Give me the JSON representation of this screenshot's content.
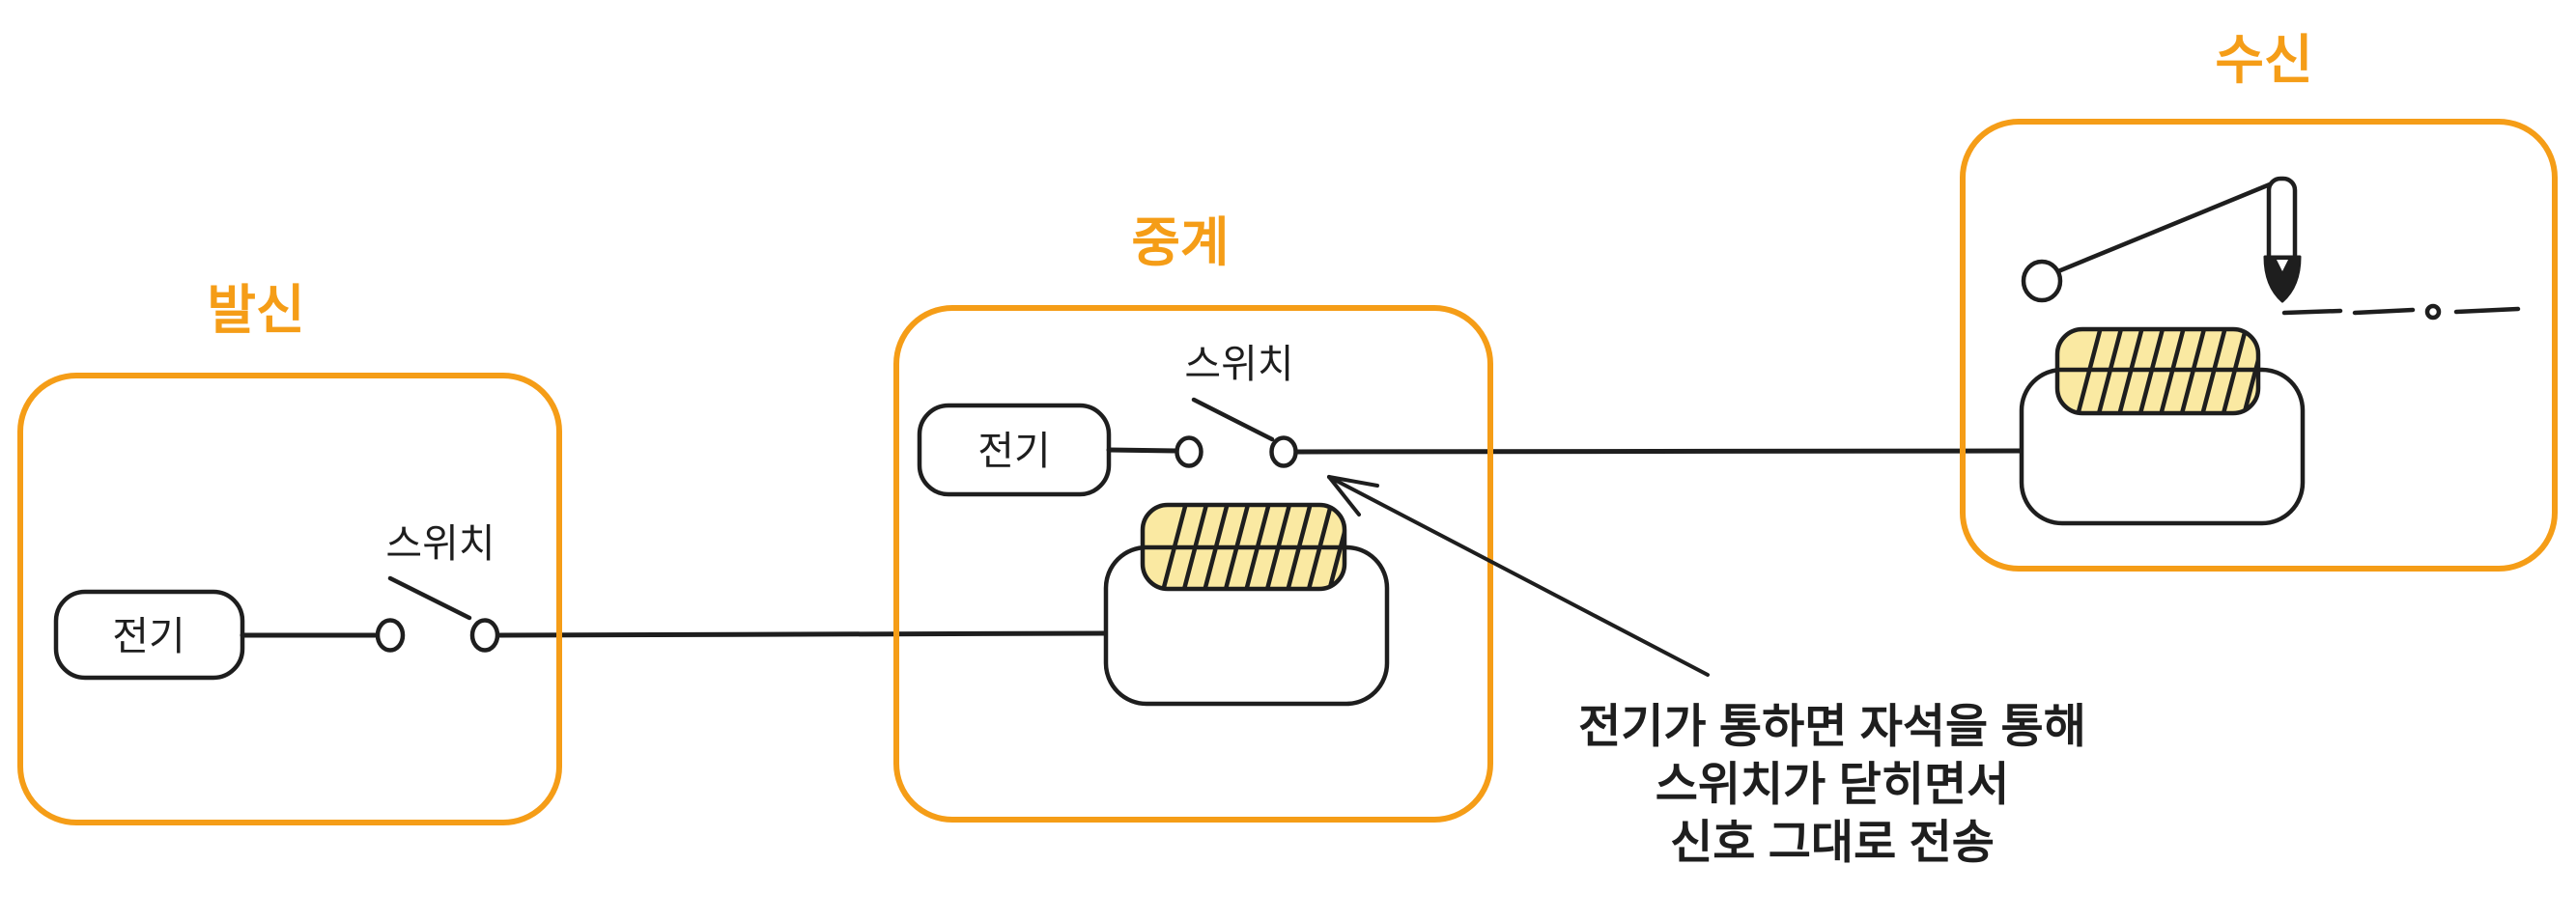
{
  "sender": {
    "title": "발신",
    "source_label": "전기",
    "switch_label": "스위치"
  },
  "relay": {
    "title": "중계",
    "source_label": "전기",
    "switch_label": "스위치"
  },
  "receiver": {
    "title": "수신"
  },
  "annotation": {
    "line1": "전기가 통하면 자석을 통해",
    "line2": "스위치가 닫히면서",
    "line3": "신호 그대로 전송"
  },
  "colors": {
    "accent_orange": "#F59D17",
    "coil_yellow": "#FAE9A2",
    "ink_black": "#1E1E1E",
    "background": "#FFFFFF"
  }
}
